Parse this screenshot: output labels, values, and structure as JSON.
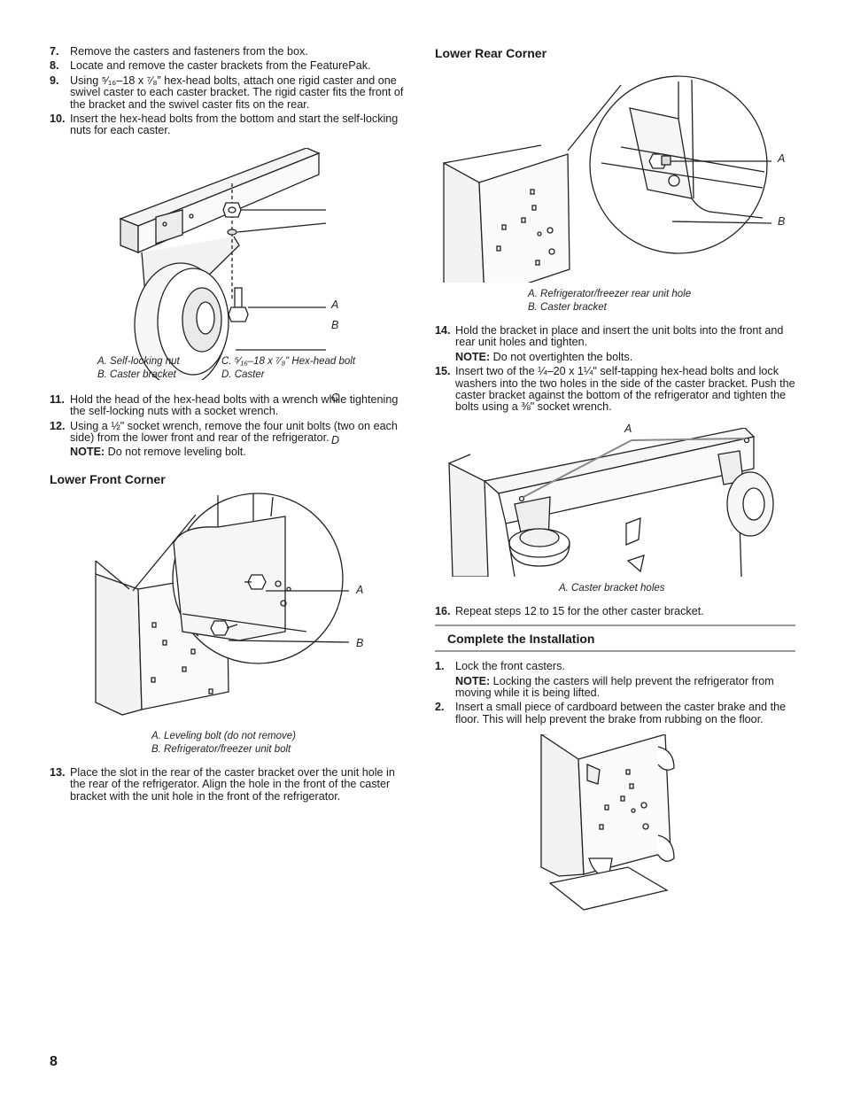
{
  "page_number": "8",
  "left": {
    "steps_a": [
      {
        "num": "7.",
        "text": "Remove the casters and fasteners from the box."
      },
      {
        "num": "8.",
        "text": "Locate and remove the caster brackets from the FeaturePak."
      },
      {
        "num": "9.",
        "text": "Using ⁵⁄₁₆–18 x ⁷⁄₈” hex-head bolts, attach one rigid caster and one swivel caster to each caster bracket. The rigid caster fits the front of the bracket and the swivel caster fits on the rear."
      },
      {
        "num": "10.",
        "text": "Insert the hex-head bolts from the bottom and start the self-locking nuts for each caster."
      }
    ],
    "caster_figure": {
      "callouts": [
        "A",
        "B",
        "C",
        "D"
      ],
      "captions": [
        "A. Self-locking nut",
        "B. Caster bracket",
        "C. ⁵⁄₁₆–18 x ⁷⁄₈\" Hex-head bolt",
        "D. Caster"
      ]
    },
    "steps_b": [
      {
        "num": "11.",
        "text": "Hold the head of the hex-head bolts with a wrench while tightening the self-locking nuts with a socket wrench."
      },
      {
        "num": "12.",
        "text": "Using a ½\" socket wrench, remove the four unit bolts (two on each side) from the lower front and rear of the refrigerator.",
        "note_label": "NOTE:",
        "note_text": " Do not remove leveling bolt."
      }
    ],
    "front_heading": "Lower Front Corner",
    "front_figure": {
      "callouts": [
        "A",
        "B"
      ],
      "captions": [
        "A. Leveling bolt (do not remove)",
        "B. Refrigerator/freezer unit bolt"
      ]
    },
    "steps_c": [
      {
        "num": "13.",
        "text": "Place the slot in the rear of the caster bracket over the unit hole in the rear of the refrigerator. Align the hole in the front of the caster bracket with the unit hole in the front of the refrigerator."
      }
    ]
  },
  "right": {
    "rear_heading": "Lower Rear Corner",
    "rear_figure": {
      "callouts": [
        "A",
        "B"
      ],
      "captions": [
        "A. Refrigerator/freezer rear unit hole",
        "B. Caster bracket"
      ]
    },
    "steps_a": [
      {
        "num": "14.",
        "text": "Hold the bracket in place and insert the unit bolts into the front and rear unit holes and tighten.",
        "note_label": "NOTE:",
        "note_text": " Do not overtighten the bolts."
      },
      {
        "num": "15.",
        "text": "Insert two of the ¼–20 x 1¼\" self-tapping hex-head bolts and lock washers into the two holes in the side of the caster bracket. Push the caster bracket against the bottom of the refrigerator and tighten the bolts using a ⅜\" socket wrench."
      }
    ],
    "holes_figure": {
      "callouts": [
        "A"
      ],
      "captions": [
        "A. Caster bracket holes"
      ]
    },
    "steps_b": [
      {
        "num": "16.",
        "text": "Repeat steps 12 to 15 for the other caster bracket."
      }
    ],
    "complete_heading": "Complete the Installation",
    "steps_c": [
      {
        "num": "1.",
        "text": "Lock the front casters.",
        "note_label": "NOTE:",
        "note_text": " Locking the casters will help prevent the refrigerator from moving while it is being lifted."
      },
      {
        "num": "2.",
        "text": "Insert a small piece of cardboard between the caster brake and the floor. This will help prevent the brake from rubbing on the floor."
      }
    ]
  }
}
